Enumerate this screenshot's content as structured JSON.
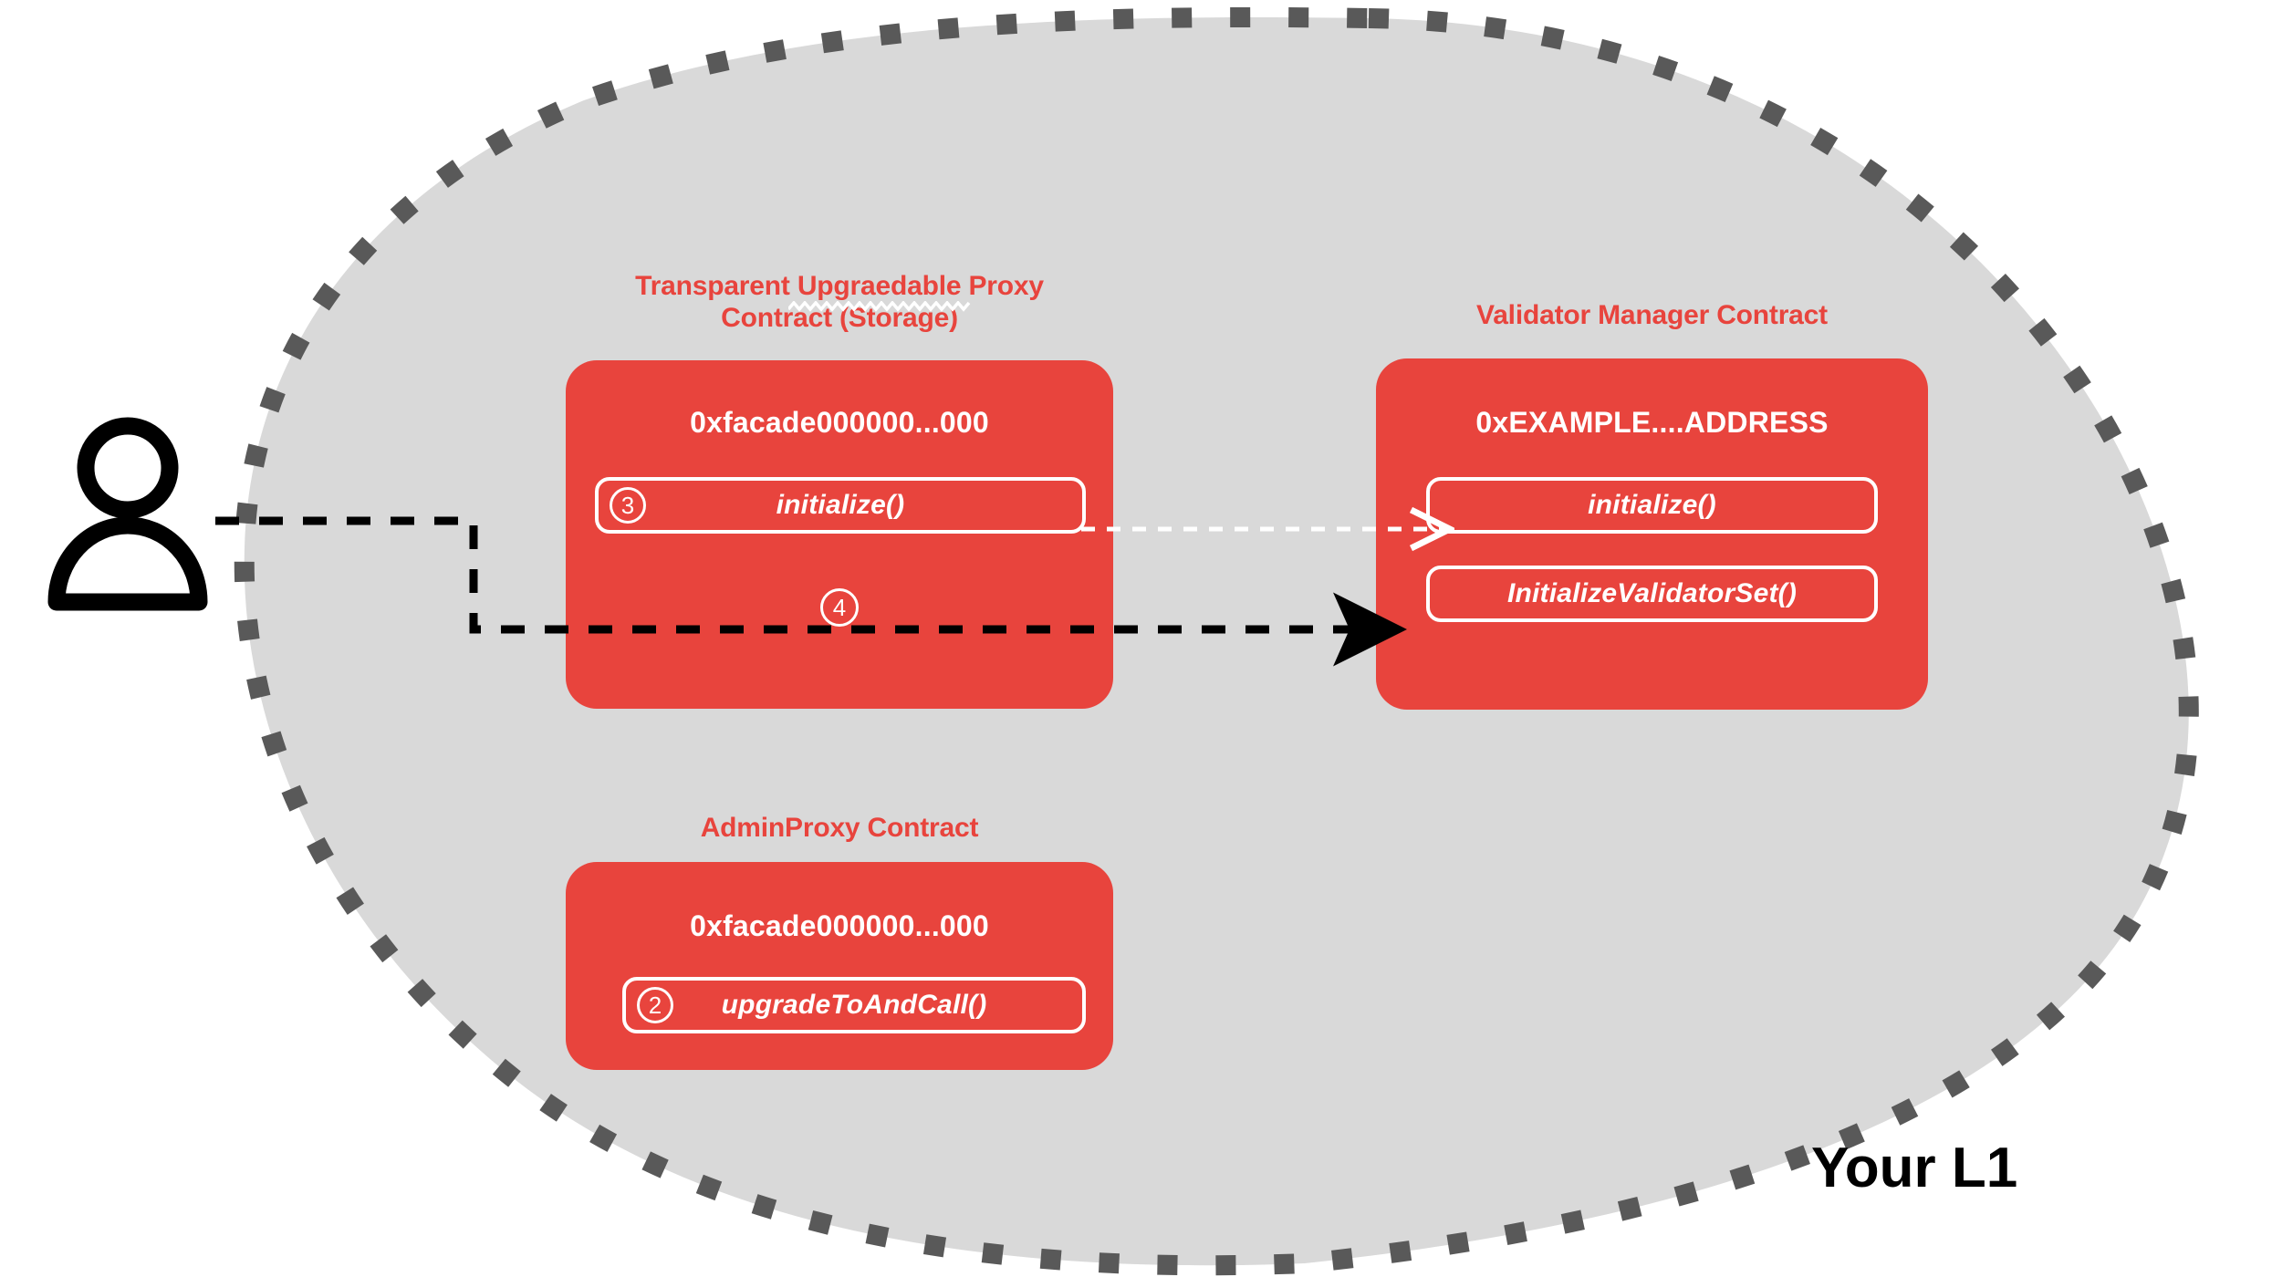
{
  "diagram": {
    "region_label": "Your L1",
    "background_color": "#D9D9D9",
    "border_color": "#595959",
    "accent_color": "#E8443D",
    "actor": {
      "name": "user",
      "icon": "person-icon"
    }
  },
  "contracts": [
    {
      "id": "transparent-proxy",
      "title": "Transparent Upgraedable Proxy\nContract (Storage)",
      "address": "0xfacade000000...000",
      "functions": [
        {
          "step": "3",
          "label": "initialize()"
        }
      ],
      "floating_step": "4"
    },
    {
      "id": "validator-manager",
      "title": "Validator Manager Contract",
      "address": "0xEXAMPLE....ADDRESS",
      "functions": [
        {
          "step": "",
          "label": "initialize()"
        },
        {
          "step": "",
          "label": "InitializeValidatorSet()"
        }
      ]
    },
    {
      "id": "admin-proxy",
      "title": "AdminProxy  Contract",
      "address": "0xfacade000000...000",
      "functions": [
        {
          "step": "2",
          "label": "upgradeToAndCall()"
        }
      ]
    }
  ],
  "connections": [
    {
      "id": "user-to-initialize",
      "style": "dashed-black",
      "from": "user",
      "to": "transparent-proxy.initialize()"
    },
    {
      "id": "proxy-to-vmc-initialize",
      "style": "dashed-white",
      "from": "transparent-proxy.initialize()",
      "to": "validator-manager.initialize()"
    },
    {
      "id": "user-to-validatorset",
      "style": "dashed-black",
      "from": "user",
      "to": "validator-manager.InitializeValidatorSet()"
    }
  ]
}
